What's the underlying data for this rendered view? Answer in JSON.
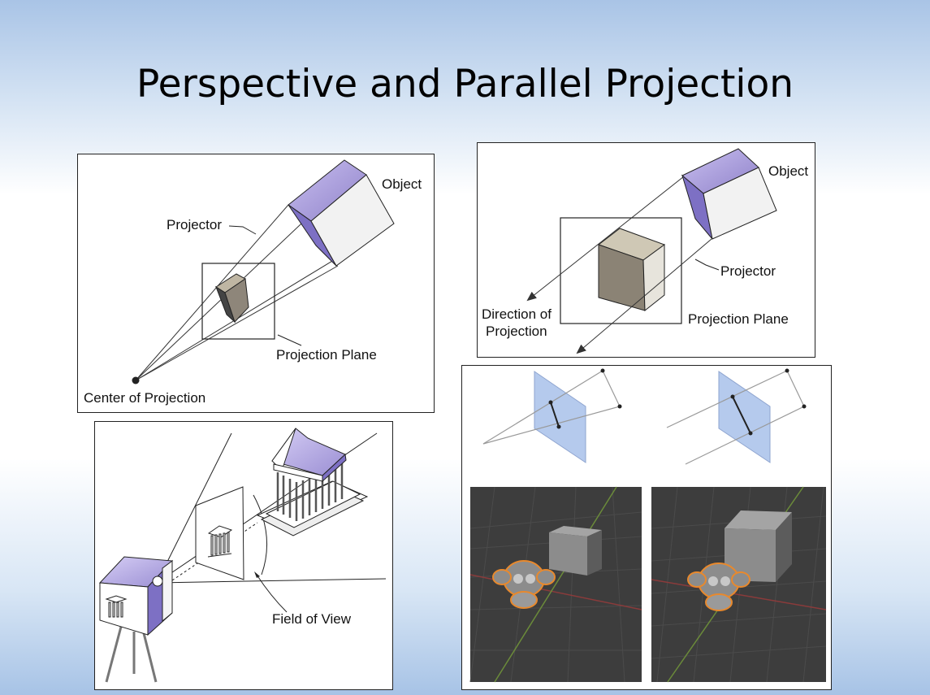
{
  "slide": {
    "title": "Perspective and Parallel Projection"
  },
  "perspective_diagram": {
    "object_label": "Object",
    "projector_label": "Projector",
    "plane_label": "Projection Plane",
    "center_label": "Center of Projection"
  },
  "parallel_diagram": {
    "object_label": "Object",
    "projector_label": "Projector",
    "plane_label": "Projection Plane",
    "direction_label_line1": "Direction of",
    "direction_label_line2": "Projection"
  },
  "camera_diagram": {
    "fov_label": "Field of View"
  },
  "colors": {
    "face_purple": "#9b8fd0",
    "plane_blue": "#a9c1ea",
    "viewport_bg": "#3d3d3d",
    "selection_orange": "#e8892d"
  }
}
